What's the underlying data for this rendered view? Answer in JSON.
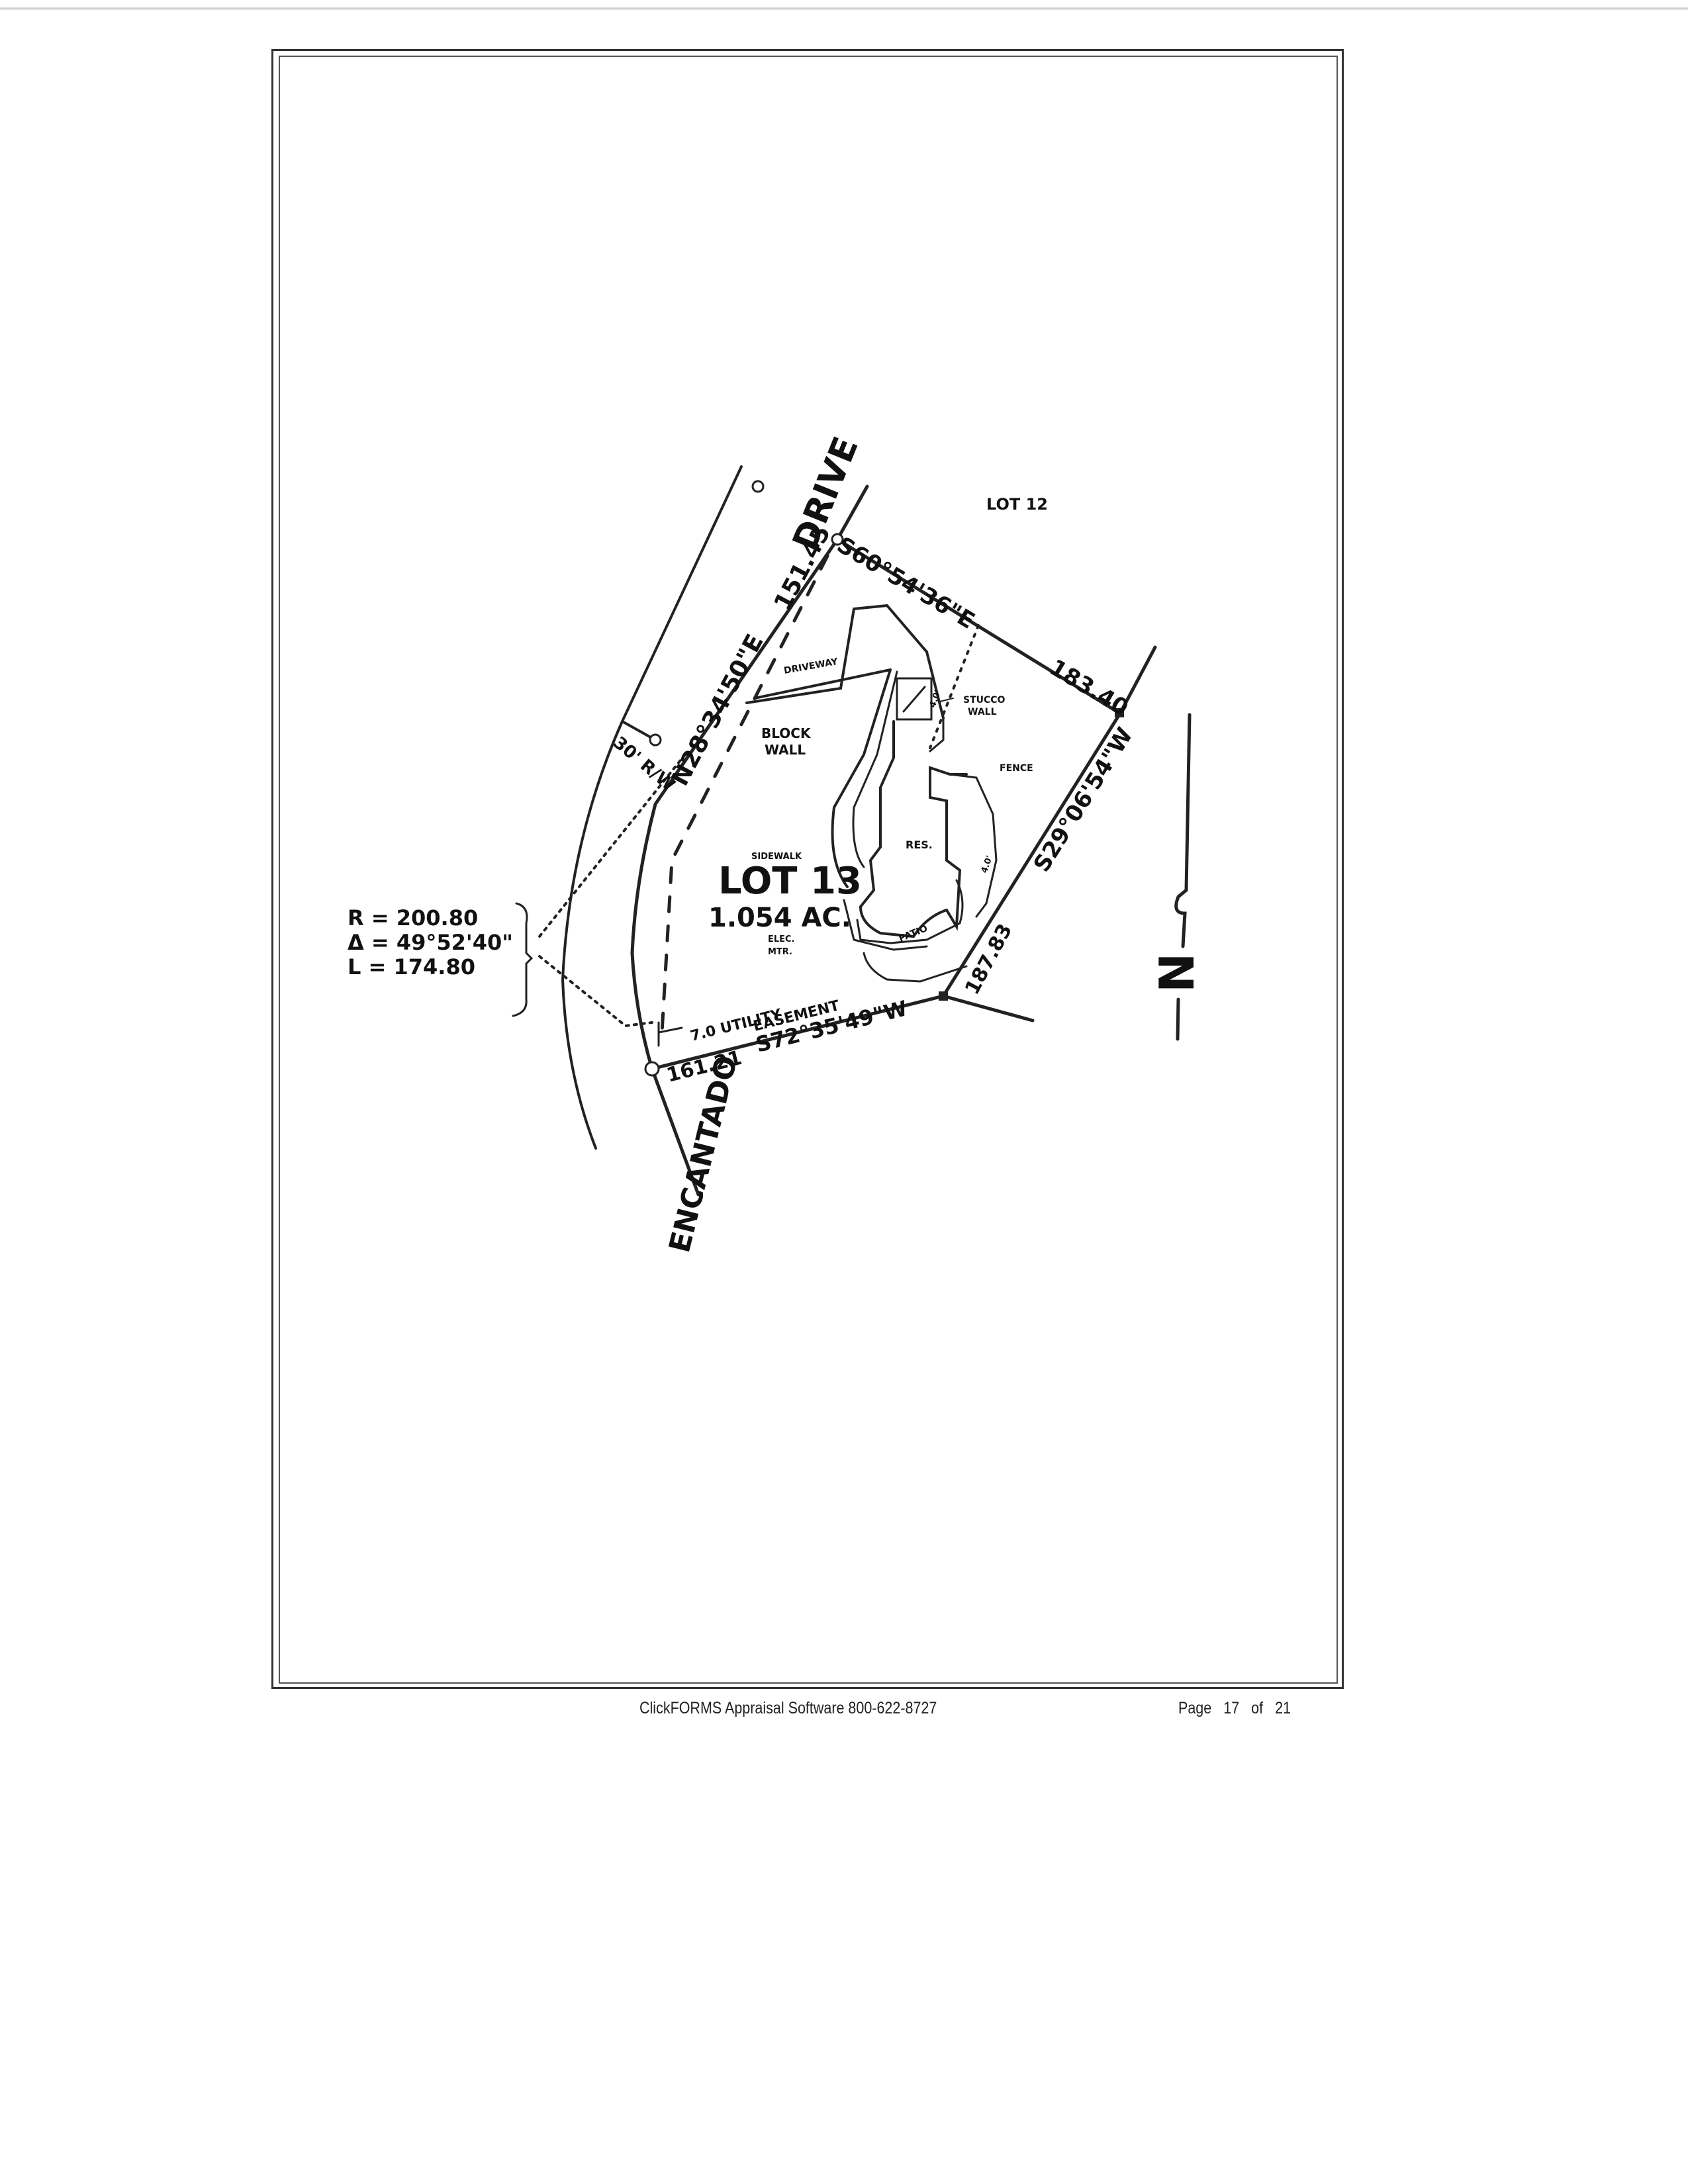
{
  "plat": {
    "street_top": "DRIVE",
    "street_bottom": "ENCANTADO",
    "adjacent_lot": "LOT 12",
    "lot_name": "LOT 13",
    "lot_area": "1.054 AC.",
    "right_of_way": "30' R/W",
    "bearings": {
      "west_line": "N28°34'50\"E",
      "north_line": "S60°54'36\"E",
      "east_line": "S29°06'54\"W",
      "south_line": "S72°35'49\"W"
    },
    "distances": {
      "west_line": "151.45",
      "north_line": "183.40",
      "east_line": "187.83",
      "south_line": "161.21"
    },
    "curve": {
      "radius": "R = 200.80",
      "delta": "Δ = 49°52'40\"",
      "length": "L = 174.80"
    },
    "labels": {
      "driveway": "DRIVEWAY",
      "block_wall": "BLOCK WALL",
      "block_wall_line1": "BLOCK",
      "block_wall_line2": "WALL",
      "stucco_wall_line1": "STUCCO",
      "stucco_wall_line2": "WALL",
      "fence": "FENCE",
      "residence": "RES.",
      "sidewalk": "SIDEWALK",
      "patio": "PATIO",
      "electric_meter_line1": "ELEC.",
      "electric_meter_line2": "MTR.",
      "easement_line1": "7.0 UTILITY",
      "easement_line2": "EASEMENT",
      "north_arrow": "N",
      "dim_small_1": "4.0'",
      "dim_small_2": "4.0'"
    }
  },
  "footer": {
    "software": "ClickFORMS Appraisal Software 800-622-8727",
    "page_label": "Page",
    "page_current": "17",
    "page_of": "of",
    "page_total": "21"
  }
}
